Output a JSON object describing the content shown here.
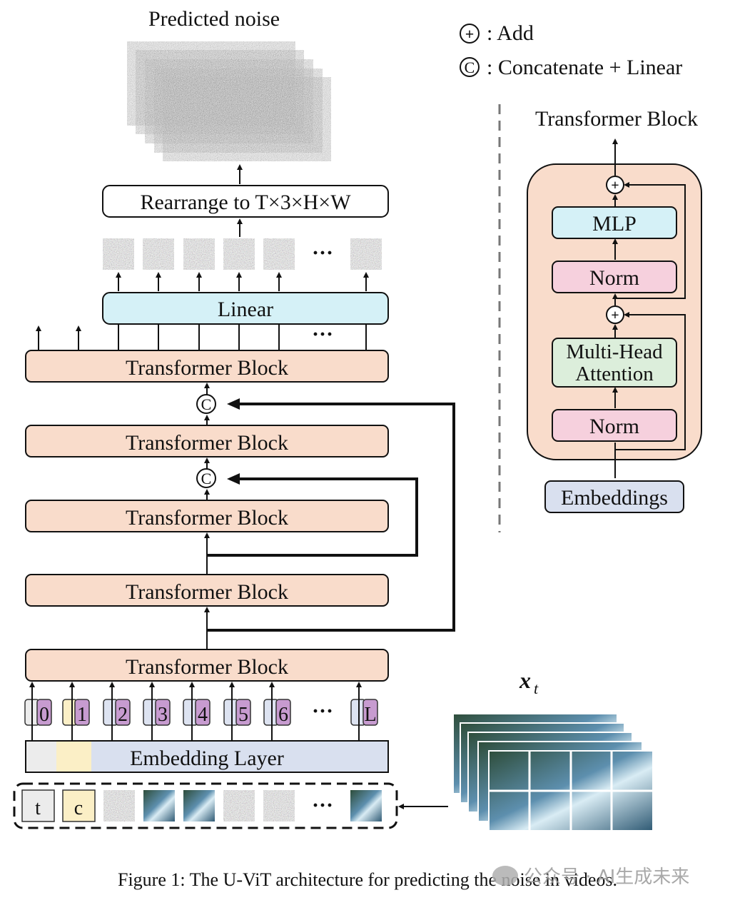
{
  "legend": {
    "add": ": Add",
    "concat": ": Concatenate + Linear",
    "add_symbol": "+",
    "concat_symbol": "C"
  },
  "top": {
    "predicted_noise": "Predicted noise",
    "rearrange": "Rearrange to T×3×H×W",
    "linear": "Linear",
    "ellipsis": "···"
  },
  "main_blocks": {
    "label": "Transformer Block"
  },
  "concat_symbol": "C",
  "tokens": [
    "0",
    "1",
    "2",
    "3",
    "4",
    "5",
    "6",
    "L"
  ],
  "embedding_layer": "Embedding Layer",
  "inputs": {
    "t": "t",
    "c": "c"
  },
  "xt_label": "x",
  "xt_subscript": "t",
  "detail": {
    "title": "Transformer Block",
    "mlp": "MLP",
    "norm1": "Norm",
    "mha_line1": "Multi-Head",
    "mha_line2": "Attention",
    "norm2": "Norm",
    "embeddings": "Embeddings",
    "add_symbol": "+"
  },
  "caption": "Figure 1: The U-ViT architecture for predicting the noise in videos.",
  "watermark": "公众号 · AI生成未来",
  "colors": {
    "block_fill": "#f9dccb",
    "linear_fill": "#d5f1f7",
    "embed_fill": "#d9e0ef",
    "norm_fill": "#f6d0dd",
    "mha_fill": "#dceedb",
    "token_purple": "#c79bd0",
    "token_blue": "#dde3f1",
    "token_yellow": "#fbefc6",
    "outer_detail": "#f9dccb"
  }
}
